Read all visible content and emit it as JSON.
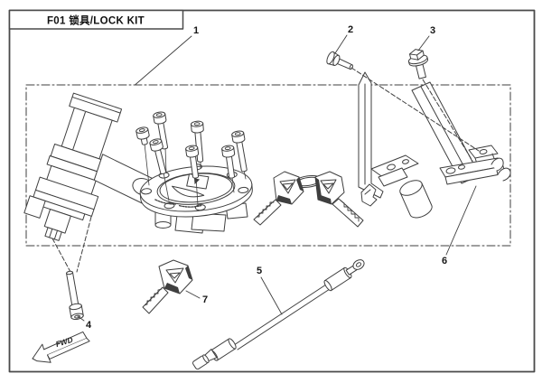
{
  "title": "F01  锁具/LOCK KIT",
  "diagram": {
    "fwd_label": "FWD",
    "callouts": [
      {
        "num": "1"
      },
      {
        "num": "2"
      },
      {
        "num": "3"
      },
      {
        "num": "4"
      },
      {
        "num": "5"
      },
      {
        "num": "6"
      },
      {
        "num": "7"
      }
    ],
    "colors": {
      "line": "#3f3f3f",
      "border": "#4a4a4a",
      "background": "#ffffff",
      "text": "#161616"
    }
  },
  "parts": {
    "1": "lock-kit-assembly",
    "2": "pan-head-screw",
    "3": "hex-flange-bolt",
    "4": "socket-head-bolt",
    "5": "seat-lock-cable",
    "6": "latch-bracket",
    "7": "key-blank"
  }
}
